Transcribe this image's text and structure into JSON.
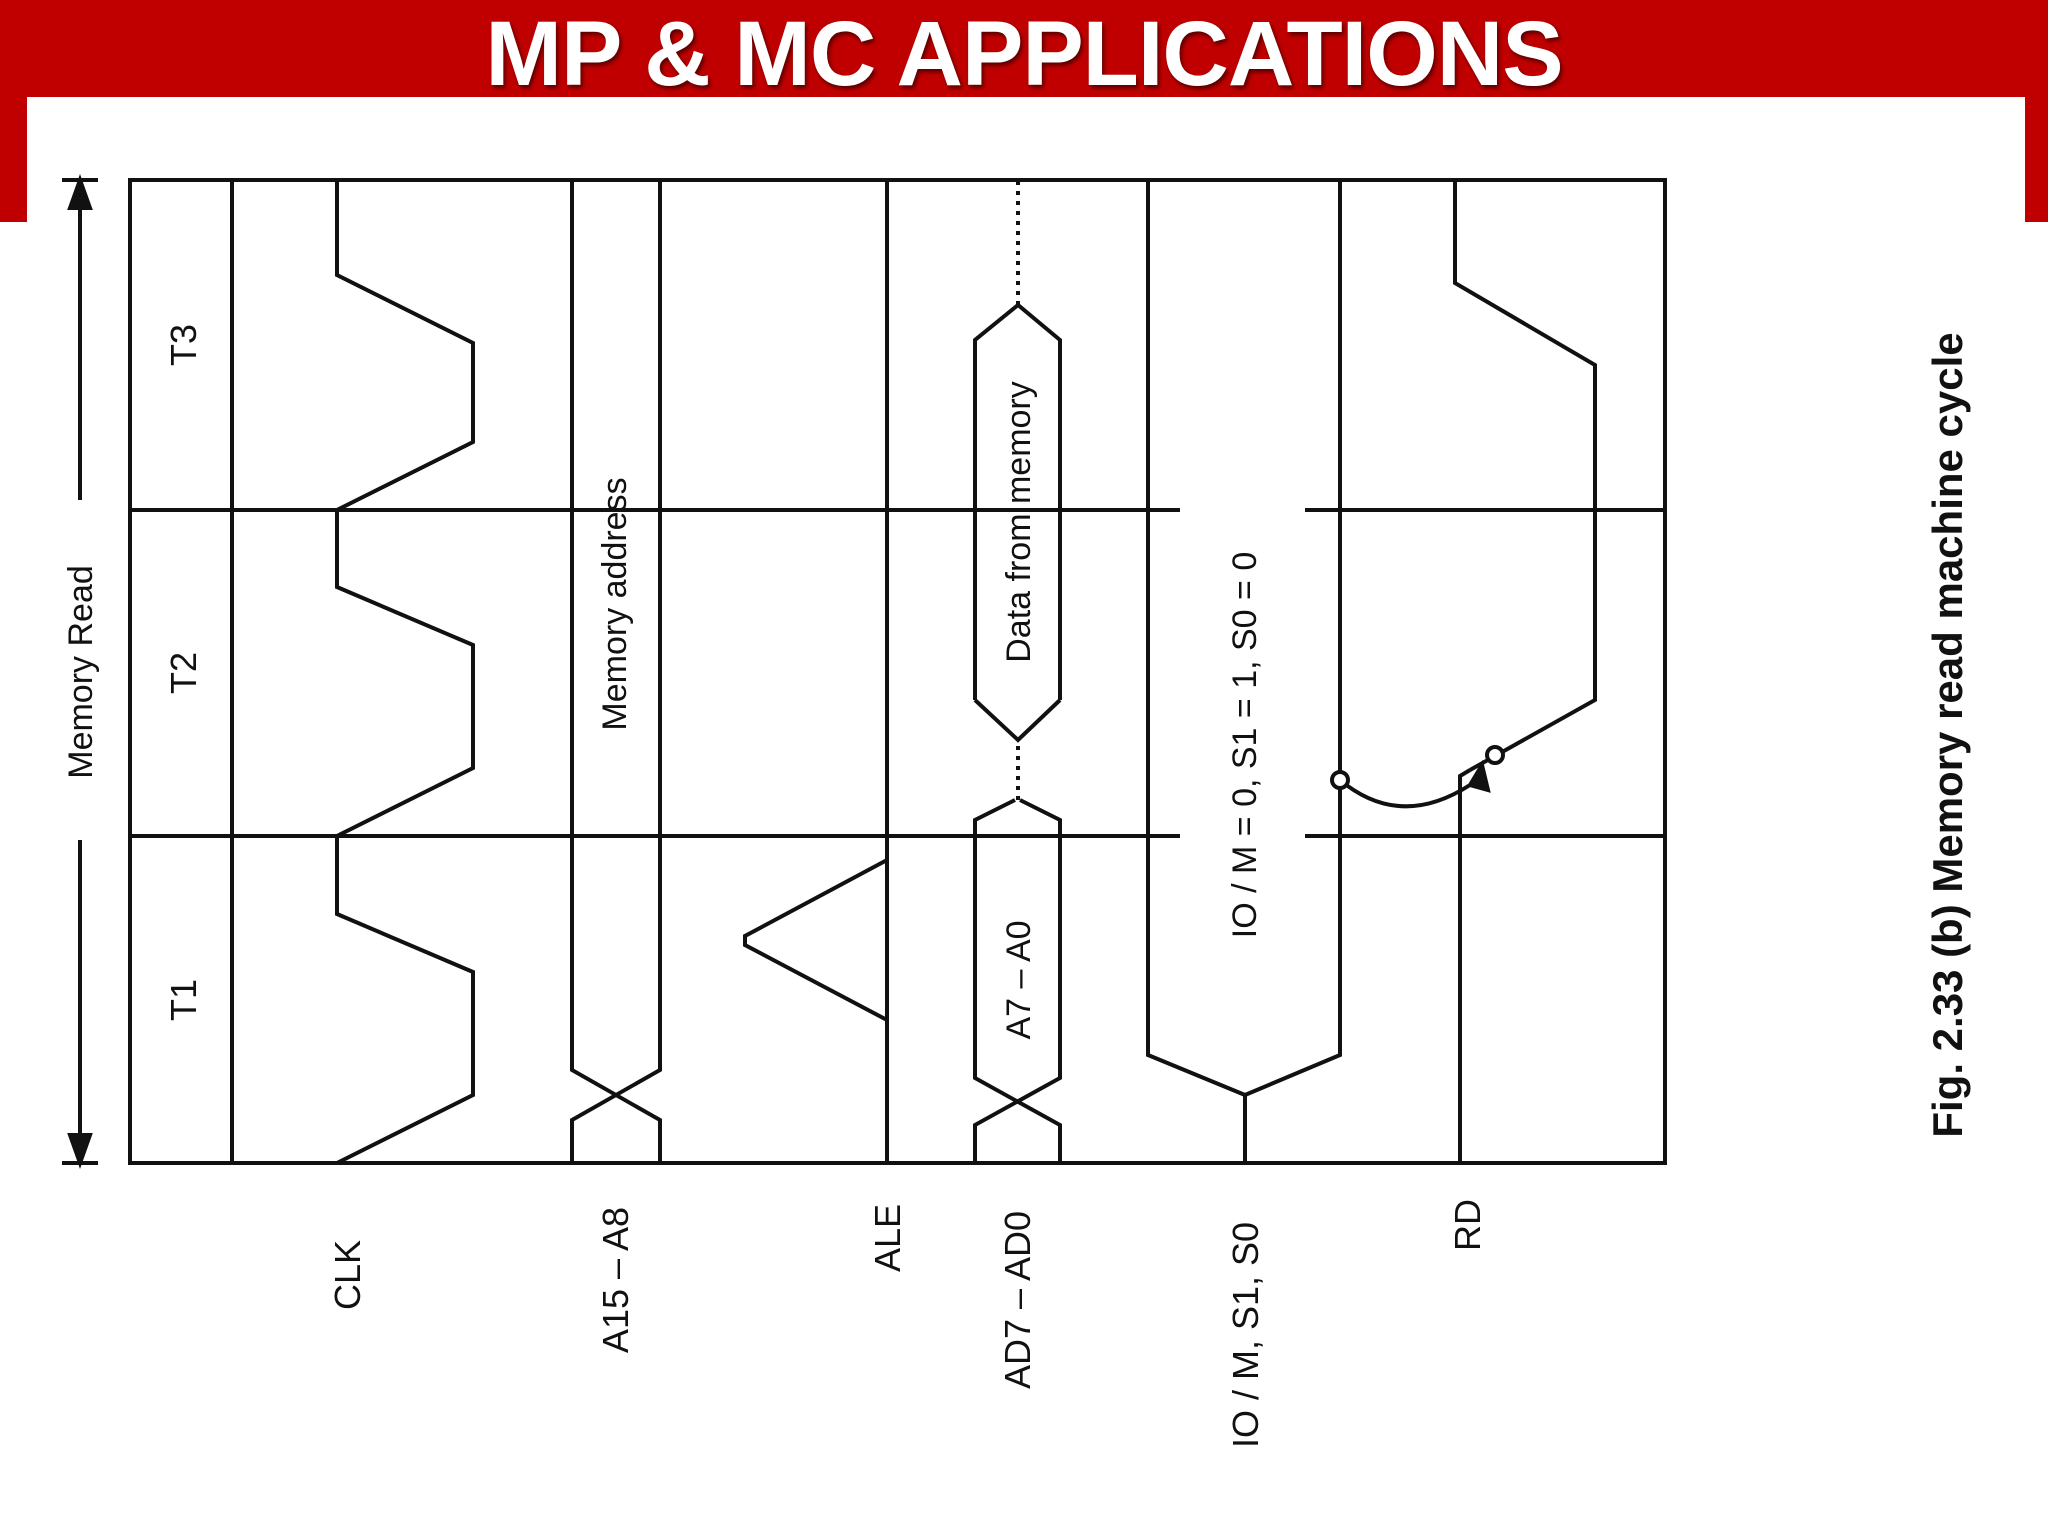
{
  "slide": {
    "title": "MP & MC APPLICATIONS"
  },
  "diagram": {
    "cycle_label": "Memory Read",
    "t_states": [
      "T1",
      "T2",
      "T3"
    ],
    "signals": {
      "clk": "CLK",
      "a15_a8": "A15 – A8",
      "ale": "ALE",
      "ad7_ad0": "AD7 – AD0",
      "io_m_s1_s0": "IO / M, S1, S0",
      "rd": "RD"
    },
    "annotations": {
      "memory_address": "Memory address",
      "low_address": "A7 – A0",
      "data_from_memory": "Data from memory",
      "status": "IO / M = 0, S1 = 1, S0 = 0"
    },
    "caption": "Fig. 2.33 (b) Memory read machine cycle"
  }
}
